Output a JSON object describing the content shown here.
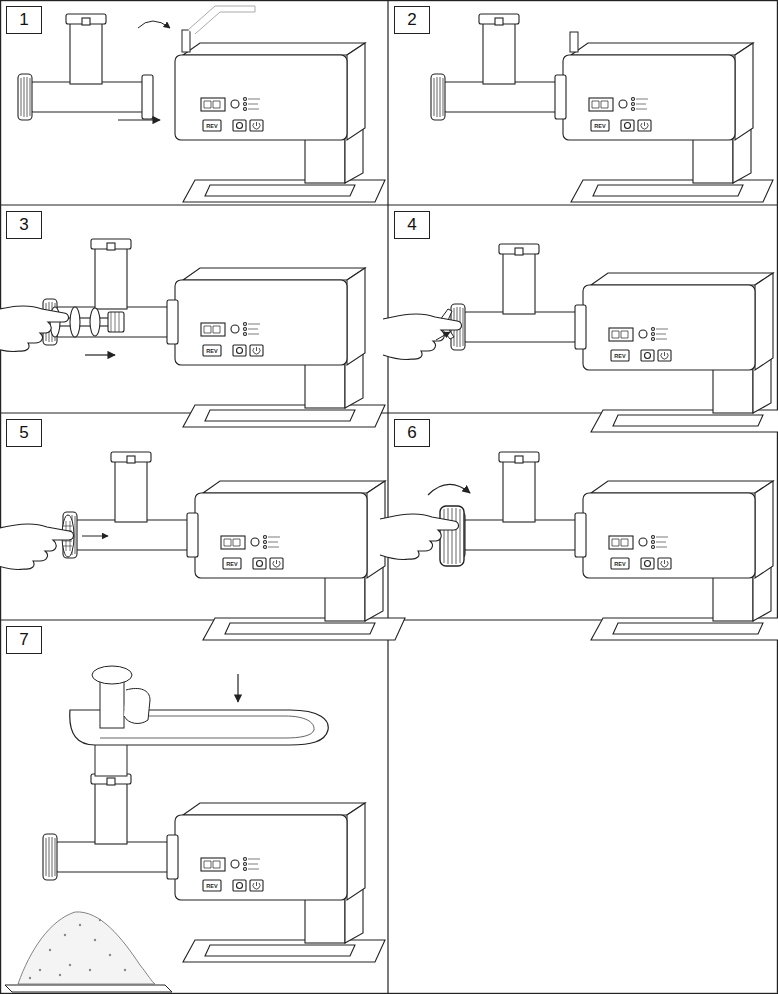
{
  "diagram": {
    "nodes": [
      {
        "text": [
          "1"
        ]
      },
      {
        "text": [
          "2"
        ]
      },
      {
        "text": [
          "3"
        ]
      },
      {
        "text": [
          "4"
        ]
      },
      {
        "text": [
          "5"
        ]
      },
      {
        "text": [
          "6"
        ]
      },
      {
        "text": [
          "7"
        ]
      }
    ],
    "labels": [
      "REV",
      "REV",
      "REV",
      "REV",
      "REV",
      "REV",
      "REV"
    ]
  }
}
